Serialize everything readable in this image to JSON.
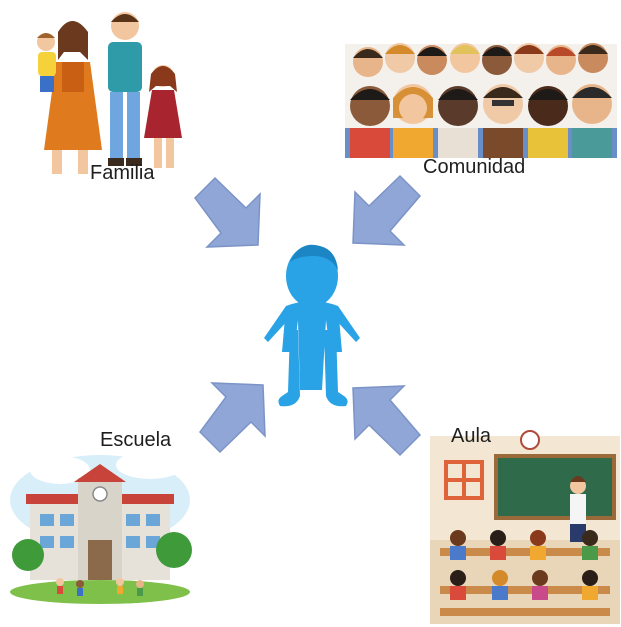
{
  "nodes": {
    "family": {
      "label": "Familia"
    },
    "community": {
      "label": "Comunidad"
    },
    "school": {
      "label": "Escuela"
    },
    "classroom": {
      "label": "Aula"
    }
  },
  "colors": {
    "arrow_fill": "#8fa6d6",
    "arrow_stroke": "#7b93c7",
    "person": "#29a3e6",
    "person_dark": "#1c86c4"
  }
}
